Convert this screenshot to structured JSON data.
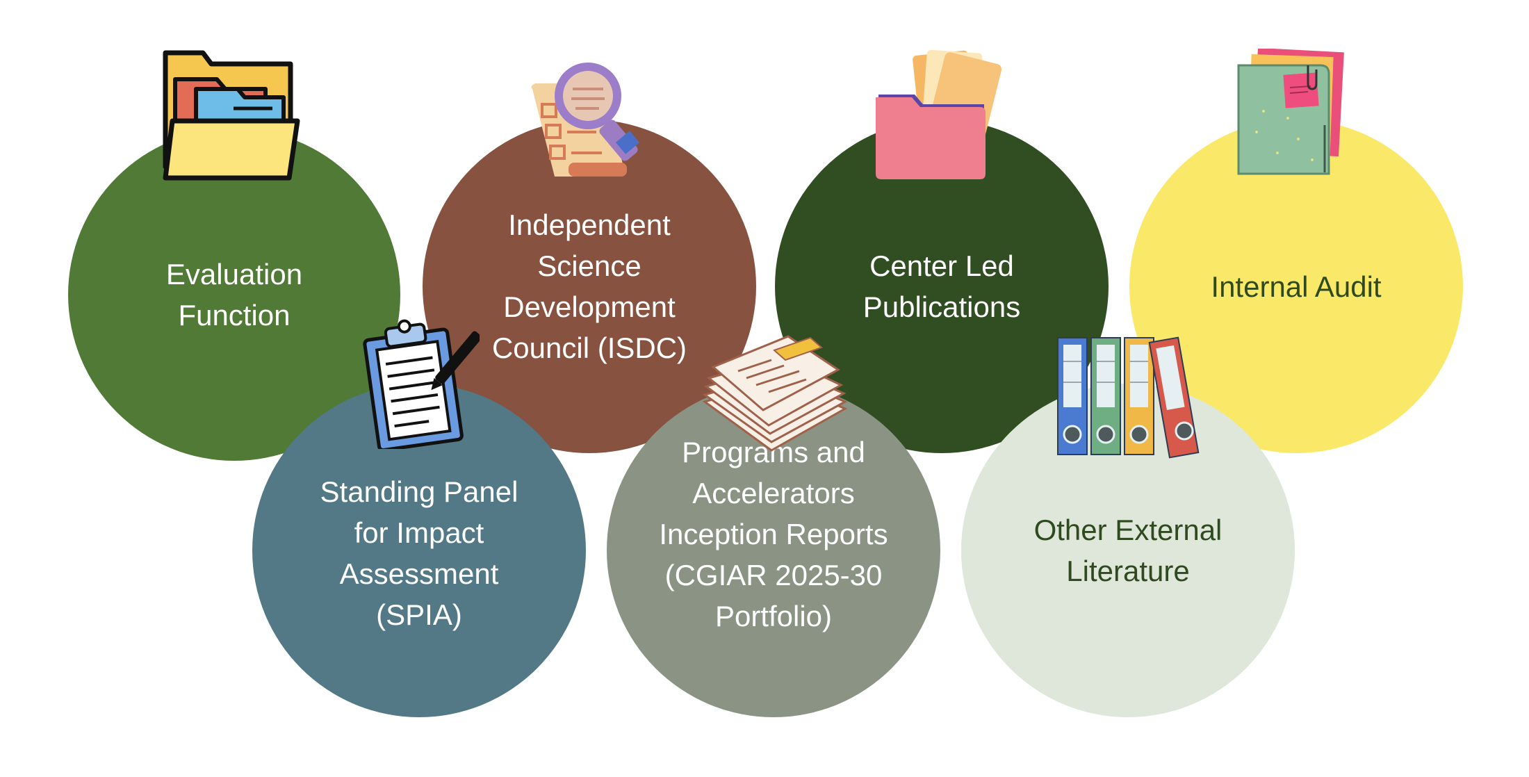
{
  "nodes": [
    {
      "id": "evaluation",
      "label": "Evaluation\nFunction",
      "color": "#507a35",
      "icon": "open-folder-icon"
    },
    {
      "id": "isdc",
      "label": "Independent\nScience\nDevelopment\nCouncil (ISDC)",
      "color": "#87523f",
      "icon": "magnifier-checklist-icon"
    },
    {
      "id": "center",
      "label": "Center Led\nPublications",
      "color": "#314d22",
      "icon": "pink-folder-icon"
    },
    {
      "id": "audit",
      "label": "Internal Audit",
      "color": "#fae968",
      "icon": "green-folder-icon"
    },
    {
      "id": "spia",
      "label": "Standing Panel\nfor Impact\nAssessment\n(SPIA)",
      "color": "#527985",
      "icon": "clipboard-icon"
    },
    {
      "id": "programs",
      "label": "Programs and\nAccelerators\nInception Reports\n(CGIAR 2025-30\nPortfolio)",
      "color": "#8b9484",
      "icon": "paper-stack-icon"
    },
    {
      "id": "external",
      "label": "Other External\nLiterature",
      "color": "#dfe6da",
      "icon": "binders-icon"
    }
  ]
}
